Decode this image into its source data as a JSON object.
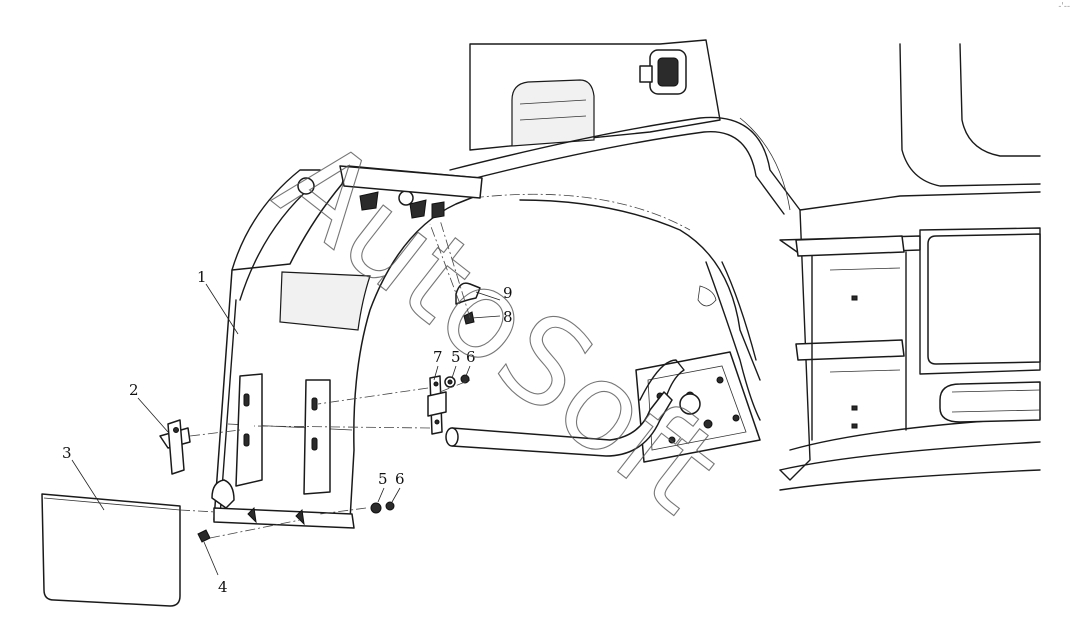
{
  "watermark": "AutoSoft",
  "corner_mark": "-'--",
  "callouts": {
    "c1": "1",
    "c2": "2",
    "c3": "3",
    "c4": "4",
    "c5a": "5",
    "c5b": "5",
    "c6a": "6",
    "c6b": "6",
    "c7": "7",
    "c8": "8",
    "c9": "9"
  }
}
